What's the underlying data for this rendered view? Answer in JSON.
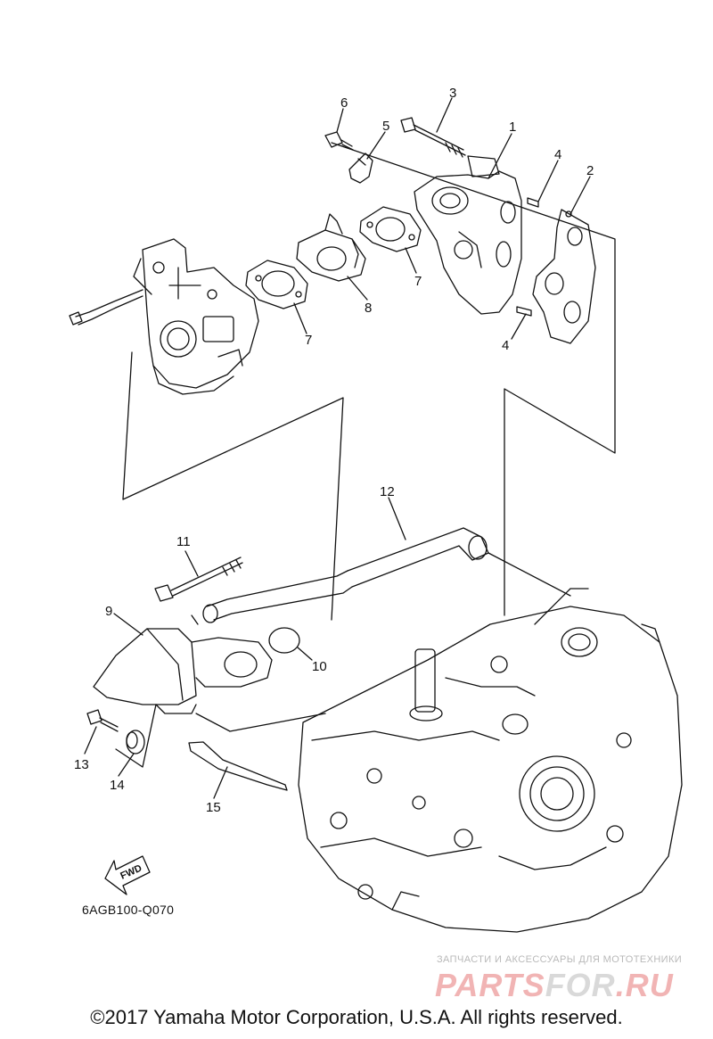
{
  "diagram": {
    "callouts": [
      "1",
      "2",
      "3",
      "4",
      "4",
      "5",
      "6",
      "7",
      "7",
      "8",
      "9",
      "10",
      "11",
      "12",
      "13",
      "14",
      "15"
    ],
    "fwd_label": "FWD",
    "diagram_code": "6AGB100-Q070"
  },
  "watermark": {
    "tagline": "ЗАПЧАСТИ И АКСЕССУАРЫ ДЛЯ МОТОТЕХНИКИ",
    "brand_part1": "PARTS",
    "brand_part2": "FOR",
    "brand_part3": ".RU"
  },
  "footer": {
    "copyright": "©2017 Yamaha Motor Corporation, U.S.A. All rights reserved."
  },
  "colors": {
    "ink": "#111111",
    "watermark_red": "#f1b4b4",
    "watermark_gray": "#b9b9b9"
  }
}
